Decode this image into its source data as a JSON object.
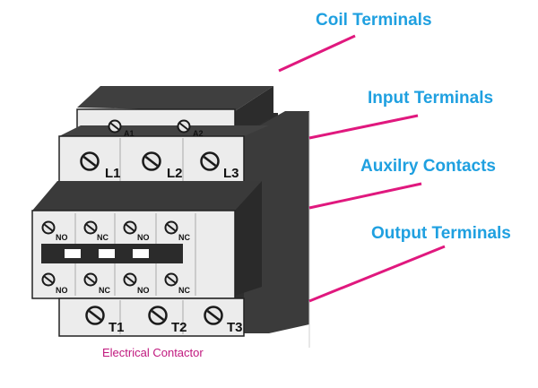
{
  "callouts": {
    "coil": "Coil Terminals",
    "input": "Input Terminals",
    "auxiliary": "Auxilry Contacts",
    "output": "Output Terminals"
  },
  "coil_terminals": {
    "a1": "A1",
    "a2": "A2"
  },
  "input_terminals": {
    "l1": "L1",
    "l2": "L2",
    "l3": "L3"
  },
  "output_terminals": {
    "t1": "T1",
    "t2": "T2",
    "t3": "T3"
  },
  "aux_top": {
    "c1": "NO",
    "c2": "NC",
    "c3": "NO",
    "c4": "NC"
  },
  "aux_bottom": {
    "c1": "NO",
    "c2": "NC",
    "c3": "NO",
    "c4": "NC"
  },
  "caption": "Electrical Contactor",
  "colors": {
    "callout_text": "#1fa0e0",
    "leader_line": "#e0187e",
    "caption": "#c0187e",
    "body_dark": "#3a3a3a",
    "face_light": "#ececec"
  }
}
